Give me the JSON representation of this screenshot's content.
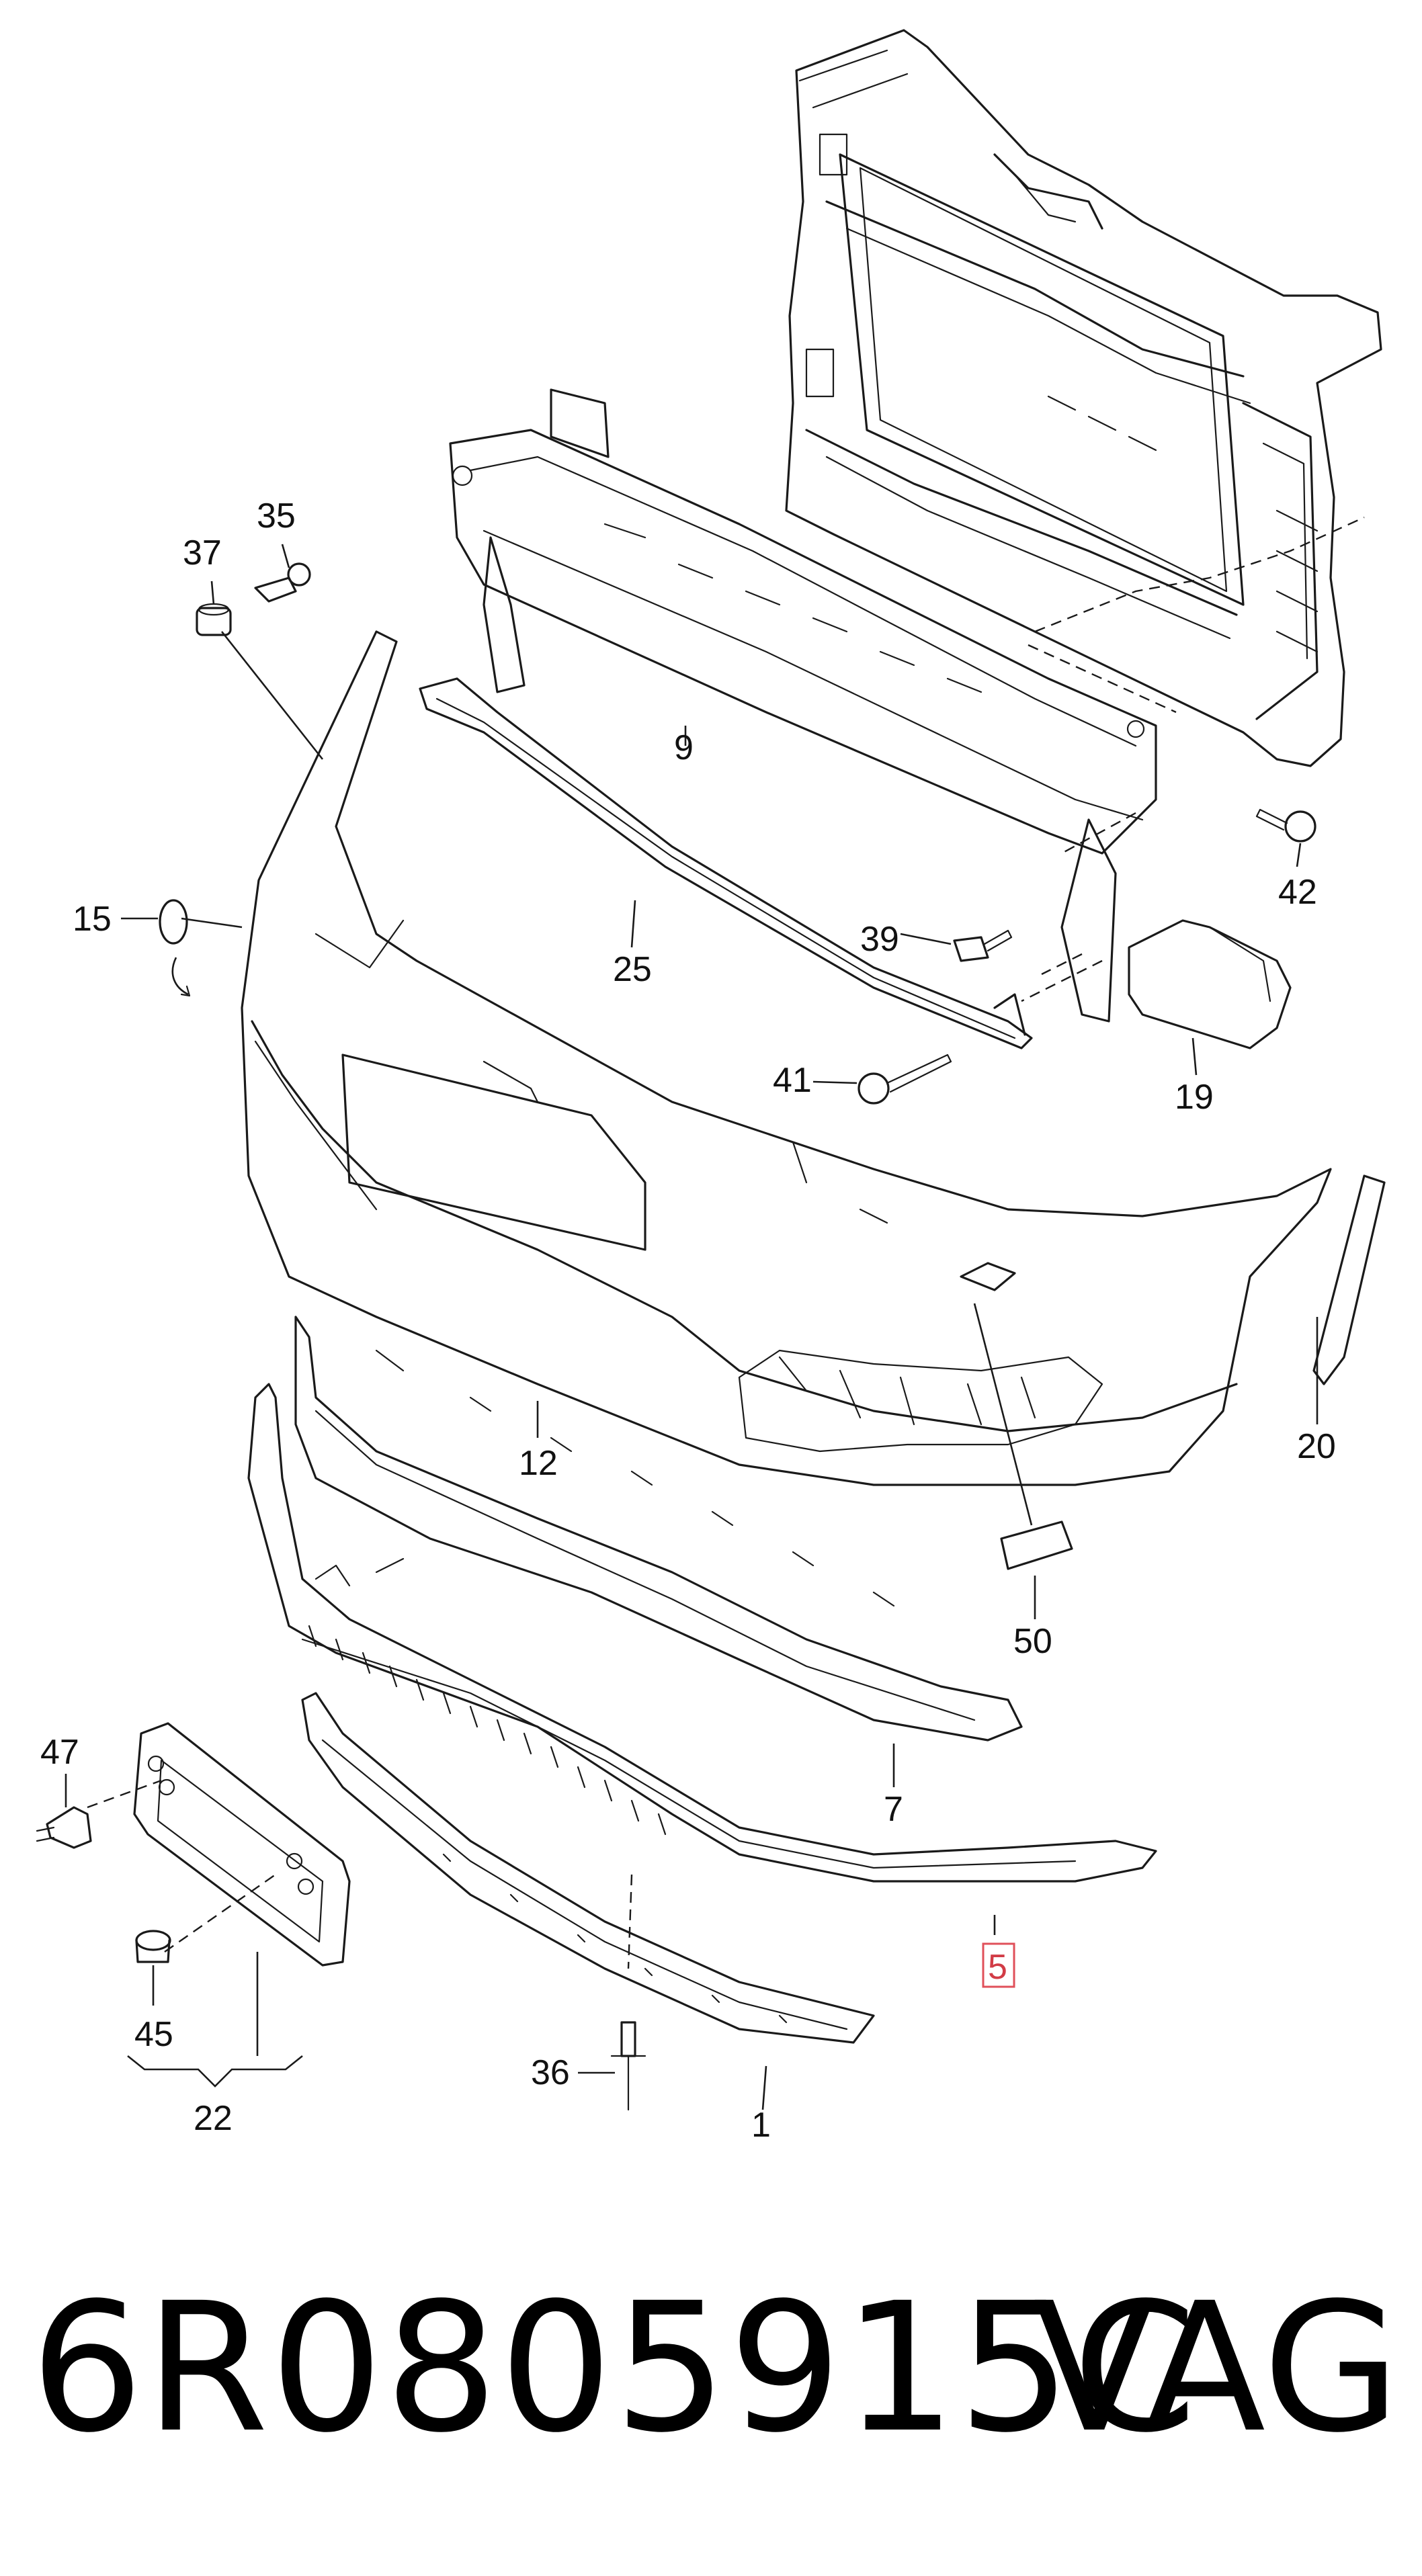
{
  "callouts": {
    "c35": "35",
    "c37": "37",
    "c9": "9",
    "c15": "15",
    "c25": "25",
    "c39": "39",
    "c42": "42",
    "c41": "41",
    "c19": "19",
    "c12": "12",
    "c20": "20",
    "c50": "50",
    "c47": "47",
    "c7": "7",
    "c5": "5",
    "c45": "45",
    "c36": "36",
    "c22": "22",
    "c1": "1"
  },
  "highlight_callout": "5",
  "highlight_color": "#e0505a",
  "footer": {
    "part_number": "6R0805915C",
    "brand": "VAG"
  }
}
